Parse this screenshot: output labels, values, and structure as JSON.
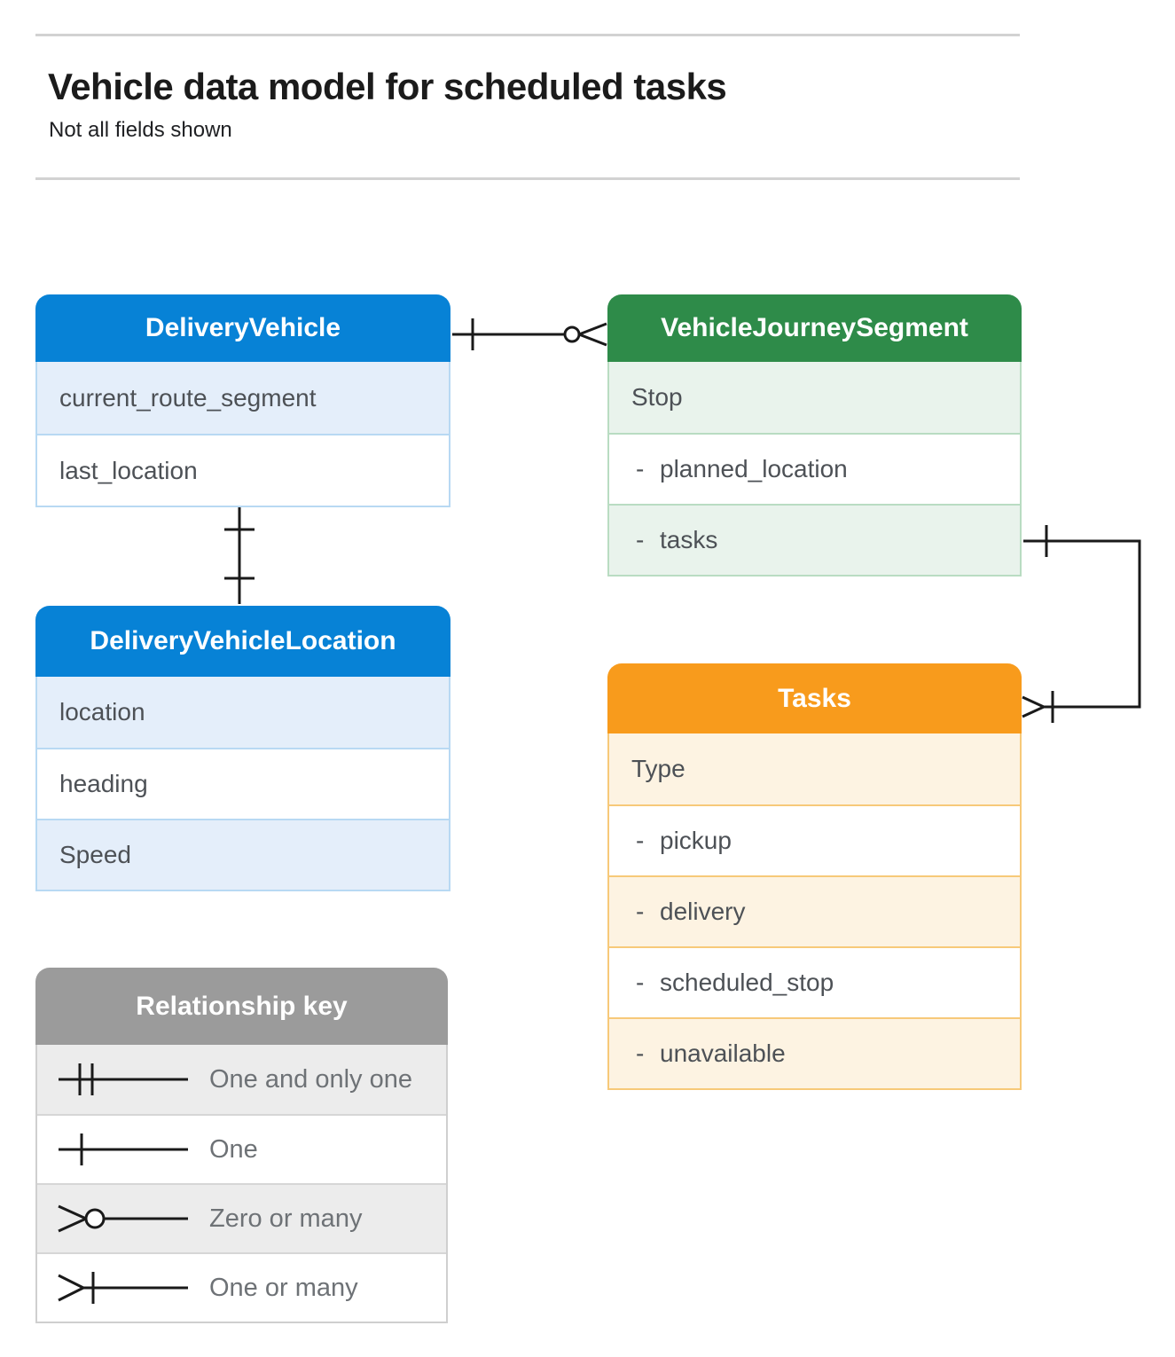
{
  "page": {
    "title": "Vehicle data model for scheduled tasks",
    "subtitle": "Not all fields shown"
  },
  "entities": {
    "delivery_vehicle": {
      "title": "DeliveryVehicle",
      "rows": [
        {
          "prefix": "",
          "label": "current_route_segment"
        },
        {
          "prefix": "",
          "label": "last_location"
        }
      ]
    },
    "vehicle_journey_segment": {
      "title": "VehicleJourneySegment",
      "rows": [
        {
          "prefix": "",
          "label": "Stop"
        },
        {
          "prefix": "-",
          "label": "planned_location"
        },
        {
          "prefix": "-",
          "label": "tasks"
        }
      ]
    },
    "delivery_vehicle_location": {
      "title": "DeliveryVehicleLocation",
      "rows": [
        {
          "prefix": "",
          "label": "location"
        },
        {
          "prefix": "",
          "label": "heading"
        },
        {
          "prefix": "",
          "label": "Speed"
        }
      ]
    },
    "tasks": {
      "title": "Tasks",
      "rows": [
        {
          "prefix": "",
          "label": "Type"
        },
        {
          "prefix": "-",
          "label": "pickup"
        },
        {
          "prefix": "-",
          "label": "delivery"
        },
        {
          "prefix": "-",
          "label": "scheduled_stop"
        },
        {
          "prefix": "-",
          "label": "unavailable"
        }
      ]
    }
  },
  "legend": {
    "title": "Relationship key",
    "items": [
      {
        "symbol": "one-and-only-one",
        "label": "One and only one"
      },
      {
        "symbol": "one",
        "label": "One"
      },
      {
        "symbol": "zero-or-many",
        "label": "Zero or many"
      },
      {
        "symbol": "one-or-many",
        "label": "One or many"
      }
    ]
  },
  "relationships": [
    {
      "from": "DeliveryVehicle",
      "to": "VehicleJourneySegment",
      "from_cardinality": "one",
      "to_cardinality": "zero-or-many"
    },
    {
      "from": "DeliveryVehicle",
      "to": "DeliveryVehicleLocation",
      "from_cardinality": "one",
      "to_cardinality": "one"
    },
    {
      "from": "VehicleJourneySegment.tasks",
      "to": "Tasks",
      "from_cardinality": "one",
      "to_cardinality": "one-or-many"
    }
  ],
  "colors": {
    "blue_header": "#0782d6",
    "blue_row_tint": "#e4eefa",
    "green_header": "#2e8b49",
    "green_row_tint": "#e9f3ec",
    "orange_header": "#f89b1c",
    "orange_row_tint": "#fdf3e2",
    "key_header": "#9b9b9b",
    "key_row_tint": "#ececec",
    "connector": "#1a1a1a",
    "row_text": "#4d5156"
  }
}
